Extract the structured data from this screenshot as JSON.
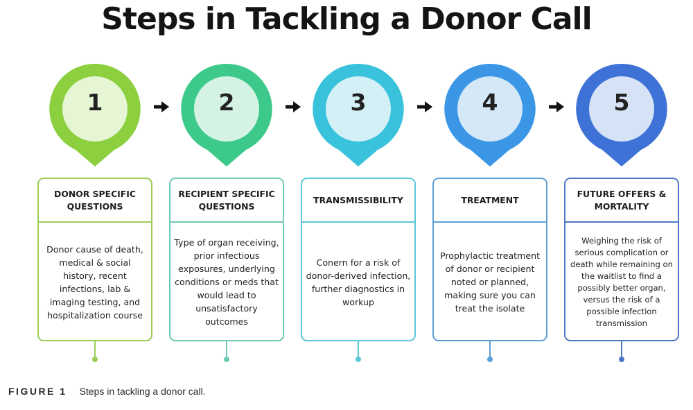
{
  "title": "Steps in Tackling a Donor Call",
  "steps": [
    {
      "number": "1",
      "heading": "DONOR SPECIFIC QUESTIONS",
      "body": "Donor cause of death, medical & social history, recent infections, lab & imaging testing, and hospitalization course",
      "ring_color": "#8ccf3f",
      "inner_color": "#e6f5d4",
      "card_color": "#9ccc55"
    },
    {
      "number": "2",
      "heading": "RECIPIENT SPECIFIC QUESTIONS",
      "body": "Type of organ receiving, prior infectious exposures, underlying conditions or meds that would lead to unsatisfactory outcomes",
      "ring_color": "#3cc98a",
      "inner_color": "#d5f3e5",
      "card_color": "#6fc9b6"
    },
    {
      "number": "3",
      "heading": "TRANSMISSIBILITY",
      "body": "Conern for a risk of donor-derived infection, further diagnostics in workup",
      "ring_color": "#39c2dc",
      "inner_color": "#d3f0f6",
      "card_color": "#5cc7d9"
    },
    {
      "number": "4",
      "heading": "TREATMENT",
      "body": "Prophylactic treatment of donor or recipient noted or planned, making sure you can treat the isolate",
      "ring_color": "#3b97e6",
      "inner_color": "#d5e8f8",
      "card_color": "#5b9fd8"
    },
    {
      "number": "5",
      "heading": "FUTURE OFFERS & MORTALITY",
      "body": "Weighing the risk of serious complication or death while remaining on the waitlist to find a possibly better organ, versus the risk of a possible infection transmission",
      "ring_color": "#3f72d6",
      "inner_color": "#d6e2f6",
      "card_color": "#4f78c2"
    }
  ],
  "caption": {
    "label": "FIGURE 1",
    "text": "Steps in tackling a donor call."
  },
  "icons": {
    "arrow": "arrow-right-icon",
    "pin": "map-pin-icon"
  }
}
